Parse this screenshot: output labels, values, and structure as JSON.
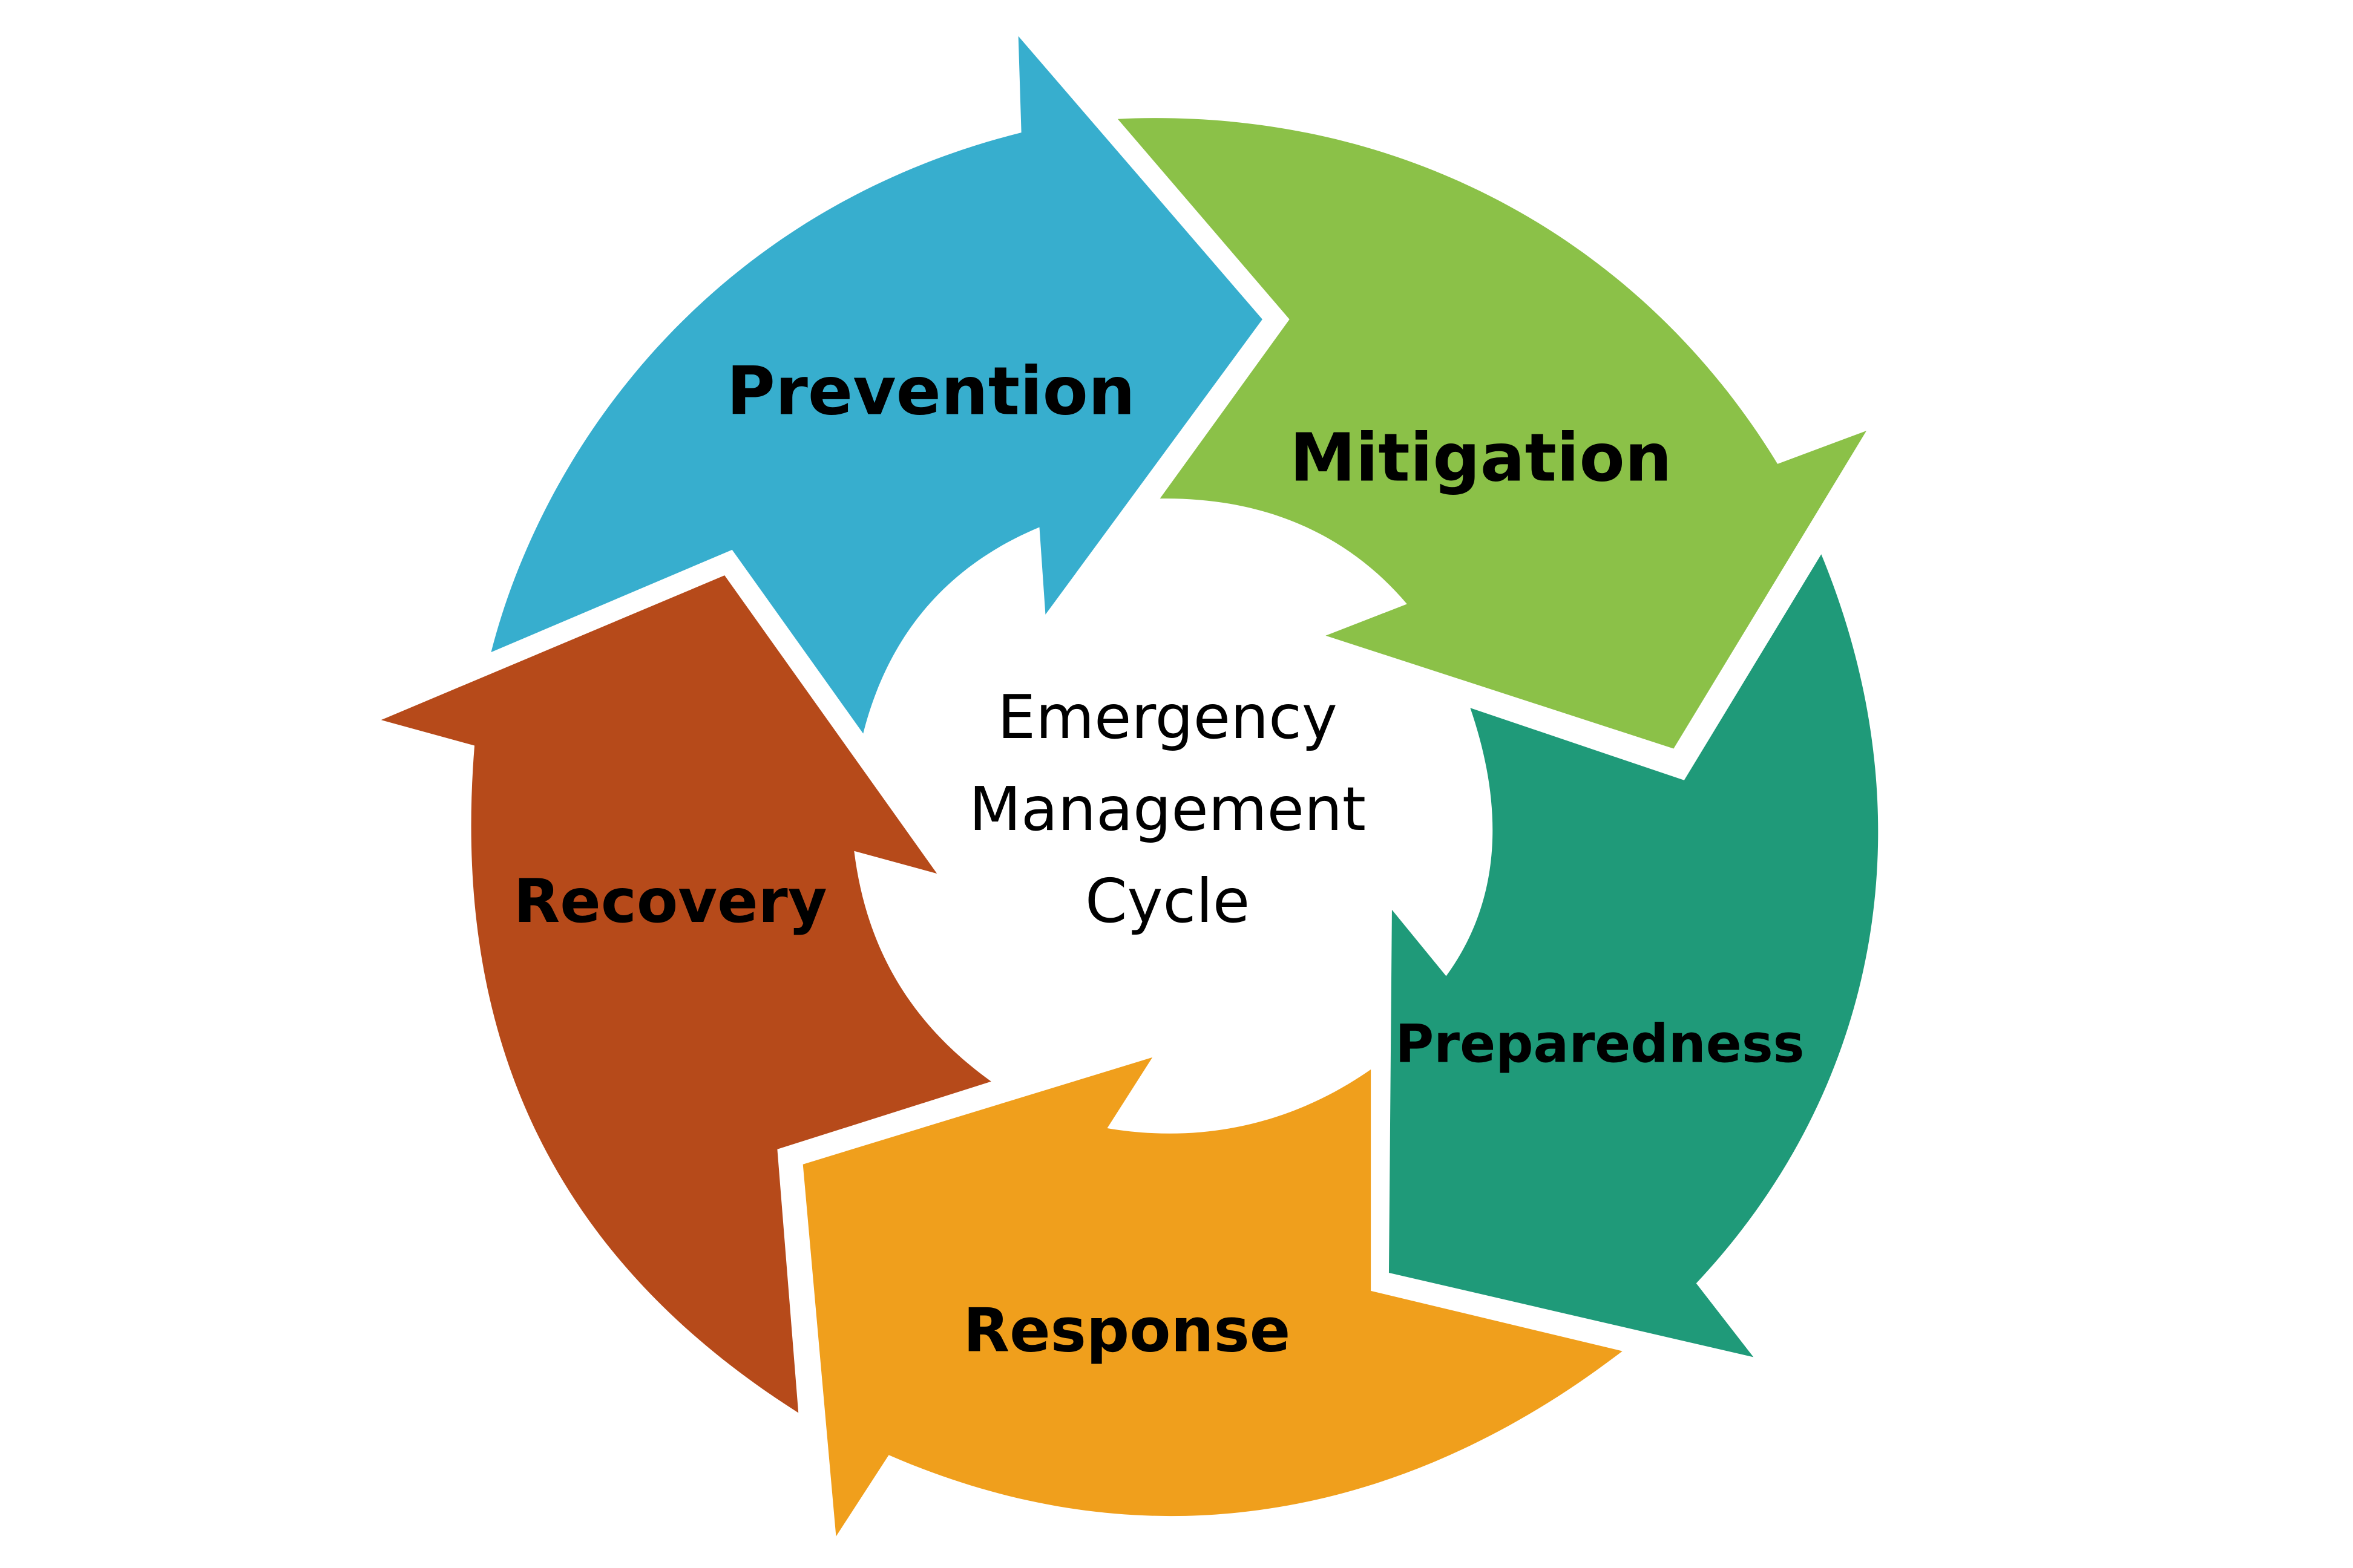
{
  "title": "Emergency Management Cycle",
  "center": {
    "lines": [
      "Emergency",
      "Management",
      "Cycle"
    ]
  },
  "phases": [
    {
      "label": "Prevention",
      "color": "#37AECE"
    },
    {
      "label": "Mitigation",
      "color": "#8BC148"
    },
    {
      "label": "Preparedness",
      "color": "#1F9A79"
    },
    {
      "label": "Response",
      "color": "#F09F1C"
    },
    {
      "label": "Recovery",
      "color": "#B64A1A"
    }
  ],
  "background": "#FFFFFF"
}
